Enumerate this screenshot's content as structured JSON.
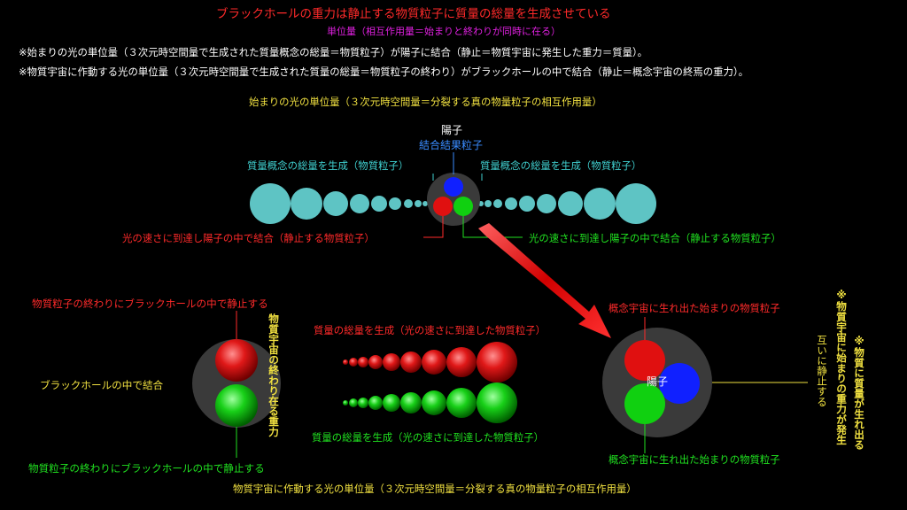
{
  "header": {
    "title": "ブラックホールの重力は静止する物質粒子に質量の総量を生成させている",
    "subtitle": "単位量（相互作用量＝始まりと終わりが同時に在る）",
    "note1": "※始まりの光の単位量（３次元時空間量で生成された質量概念の総量＝物質粒子）が陽子に結合（静止＝物質宇宙に発生した重力＝質量）。",
    "note2": "※物質宇宙に作動する光の単位量（３次元時空間量で生成された質量の総量＝物質粒子の終わり）がブラックホールの中で結合（静止＝概念宇宙の終焉の重力）。"
  },
  "top_section": {
    "heading": "始まりの光の単位量（３次元時空間量＝分裂する真の物量粒子の相互作用量）",
    "proton_label": "陽子",
    "bond_particle_label": "結合結果粒子",
    "left_label": "質量概念の総量を生成（物質粒子）",
    "right_label": "質量概念の総量を生成（物質粒子）",
    "bottom_left_label": "光の速さに到達し陽子の中で結合（静止する物質粒子）",
    "bottom_right_label": "光の速さに到達し陽子の中で結合（静止する物質粒子）"
  },
  "bottom_left": {
    "top_label": "物質粒子の終わりにブラックホールの中で静止する",
    "side_label": "ブラックホールの中で結合",
    "vertical_label": "物質宇宙の終わり在る重力",
    "bottom_label": "物質粒子の終わりにブラックホールの中で静止する"
  },
  "middle": {
    "red_label": "質量の総量を生成（光の速さに到達した物質粒子）",
    "green_label": "質量の総量を生成（光の速さに到達した物質粒子）"
  },
  "bottom_right": {
    "top_label": "概念宇宙に生れ出た始まりの物質粒子",
    "proton_label": "陽子",
    "bottom_label": "概念宇宙に生れ出た始まりの物質粒子",
    "vertical_1": "互いに静止する",
    "vertical_2": "※物質宇宙に始まりの重力が発生",
    "vertical_3": "※物質に質量が生れ出る"
  },
  "footer": {
    "heading": "物質宇宙に作動する光の単位量（３次元時空間量＝分裂する真の物量粒子の相互作用量）"
  },
  "colors": {
    "red_text": "#ff2a2a",
    "magenta_text": "#e020e0",
    "white_text": "#ffffff",
    "yellow_text": "#f0e040",
    "cyan_text": "#40d0d0",
    "blue_text": "#3a8cff",
    "green_text": "#20e020",
    "teal_particle": "#5ec4c4",
    "blue_particle": "#1020ff",
    "red_particle": "#e01010",
    "green_particle": "#10d010",
    "dark_circle": "#3a3a3a"
  }
}
